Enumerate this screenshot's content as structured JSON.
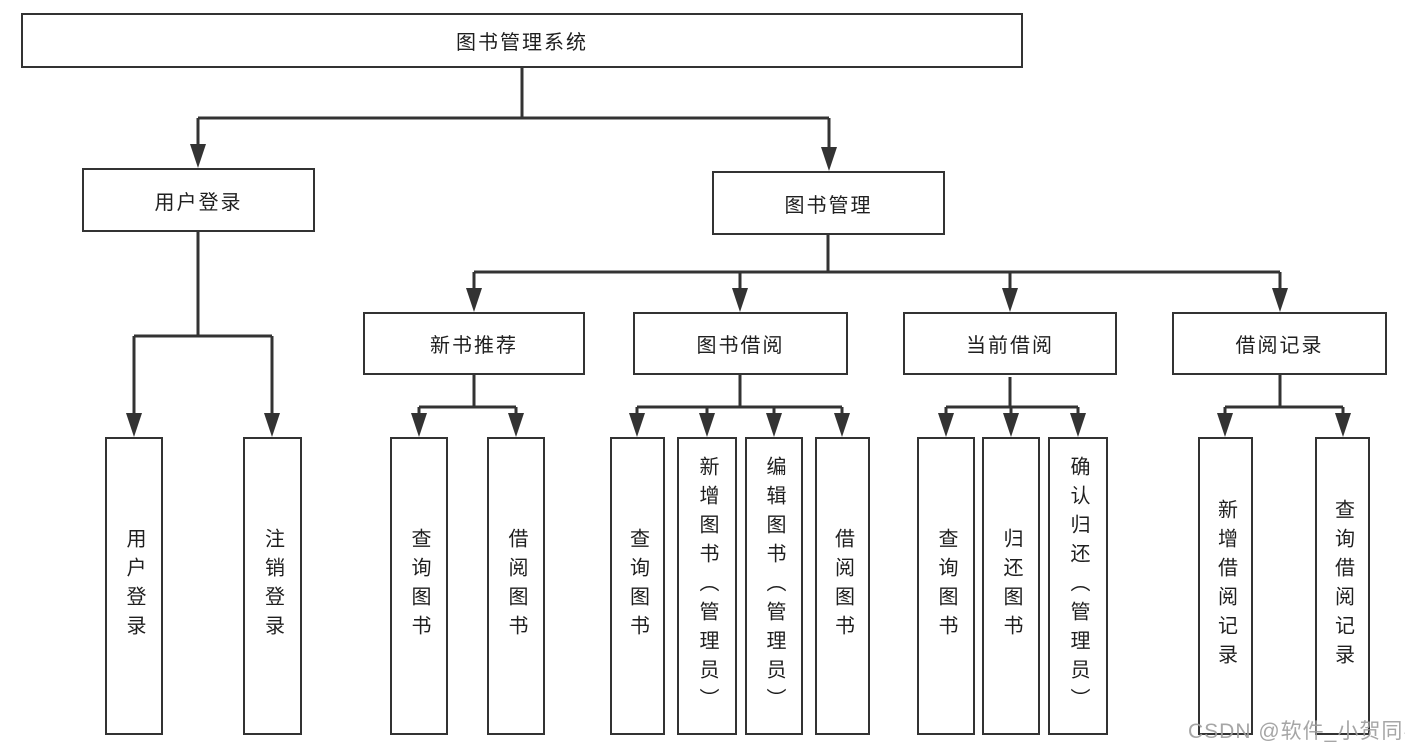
{
  "diagram": {
    "title": "图书管理系统",
    "nodes": {
      "root": {
        "label": "图书管理系统"
      },
      "user_login": {
        "label": "用户登录"
      },
      "book_mgmt": {
        "label": "图书管理"
      },
      "new_book_rec": {
        "label": "新书推荐"
      },
      "book_borrow": {
        "label": "图书借阅"
      },
      "current_borrow": {
        "label": "当前借阅"
      },
      "borrow_records": {
        "label": "借阅记录"
      },
      "leaf_user_login": {
        "label": "用户登录"
      },
      "leaf_logout": {
        "label": "注销登录"
      },
      "rec_query_books": {
        "label": "查询图书"
      },
      "rec_borrow_books": {
        "label": "借阅图书"
      },
      "bb_query_books": {
        "label": "查询图书"
      },
      "bb_add_books": {
        "label": "新增图书（管理员）"
      },
      "bb_edit_books": {
        "label": "编辑图书（管理员）"
      },
      "bb_borrow_books": {
        "label": "借阅图书"
      },
      "cb_query_books": {
        "label": "查询图书"
      },
      "cb_return_books": {
        "label": "归还图书"
      },
      "cb_confirm_return": {
        "label": "确认归还（管理员）"
      },
      "br_add_record": {
        "label": "新增借阅记录"
      },
      "br_query_record": {
        "label": "查询借阅记录"
      }
    },
    "hierarchy": {
      "图书管理系统": {
        "用户登录": [
          "用户登录",
          "注销登录"
        ],
        "图书管理": {
          "新书推荐": [
            "查询图书",
            "借阅图书"
          ],
          "图书借阅": [
            "查询图书",
            "新增图书（管理员）",
            "编辑图书（管理员）",
            "借阅图书"
          ],
          "当前借阅": [
            "查询图书",
            "归还图书",
            "确认归还（管理员）"
          ],
          "借阅记录": [
            "新增借阅记录",
            "查询借阅记录"
          ]
        }
      }
    }
  },
  "watermark": {
    "text": "CSDN @软件_小贺同学"
  },
  "colors": {
    "line": "#333333",
    "border": "#333333",
    "text": "#1f1f1f",
    "watermark": "#9e9e9e",
    "background": "#ffffff"
  }
}
